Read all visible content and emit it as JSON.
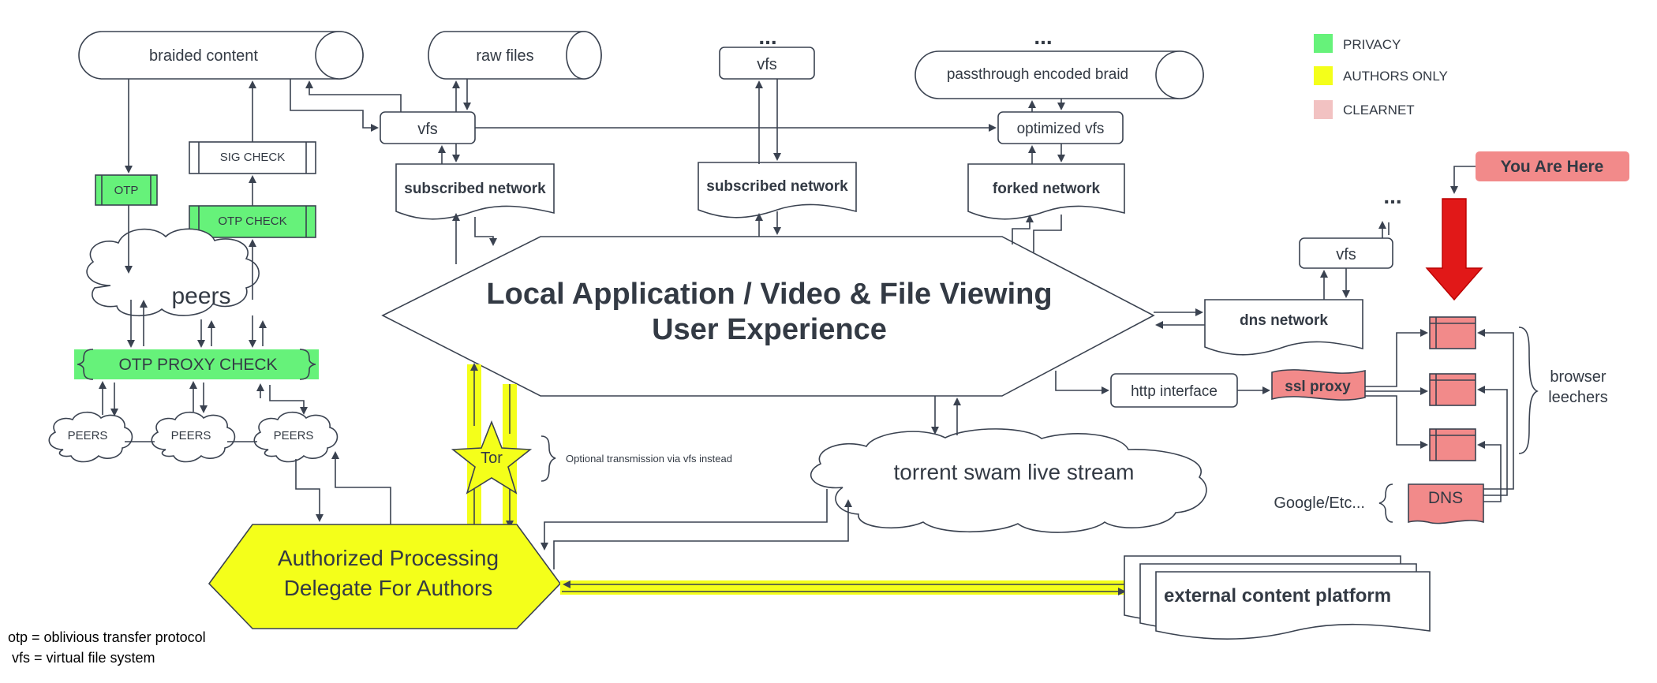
{
  "nodes": {
    "braided_content": "braided content",
    "raw_files": "raw files",
    "vfs_top_mid": "vfs",
    "passthrough": "passthrough encoded braid",
    "vfs_main": "vfs",
    "optimized_vfs": "optimized vfs",
    "sig_check": "SIG CHECK",
    "otp": "OTP",
    "otp_check": "OTP CHECK",
    "subscribed_network_1": "subscribed network",
    "subscribed_network_2": "subscribed network",
    "forked_network": "forked network",
    "peers_main": "peers",
    "otp_proxy_check": "OTP PROXY CHECK",
    "peers_small_1": "PEERS",
    "peers_small_2": "PEERS",
    "peers_small_3": "PEERS",
    "center_line1": "Local Application / Video & File Viewing",
    "center_line2": "User Experience",
    "tor": "Tor",
    "tor_note": "Optional transmission via vfs instead",
    "torrent": "torrent swam live stream",
    "delegate_line1": "Authorized Processing",
    "delegate_line2": "Delegate For Authors",
    "external_platform": "external content platform",
    "dns_network": "dns network",
    "vfs_right": "vfs",
    "http_interface": "http interface",
    "ssl_proxy": "ssl proxy",
    "dns": "DNS",
    "google": "Google/Etc...",
    "browser_leechers_1": "browser",
    "browser_leechers_2": "leechers",
    "you_are_here": "You Are Here",
    "ellipsis": "..."
  },
  "legend": [
    {
      "label": "PRIVACY",
      "color": "#66f27a"
    },
    {
      "label": "AUTHORS ONLY",
      "color": "#f4ff1a"
    },
    {
      "label": "CLEARNET",
      "color": "#f2c2c2"
    }
  ],
  "footnotes": [
    "otp = oblivious transfer protocol",
    " vfs = virtual file system"
  ],
  "colors": {
    "privacy": "#66f27a",
    "authors_only": "#f4ff1a",
    "clearnet": "#f28a8a",
    "red_arrow": "#e11818",
    "stroke": "#3a4250"
  }
}
